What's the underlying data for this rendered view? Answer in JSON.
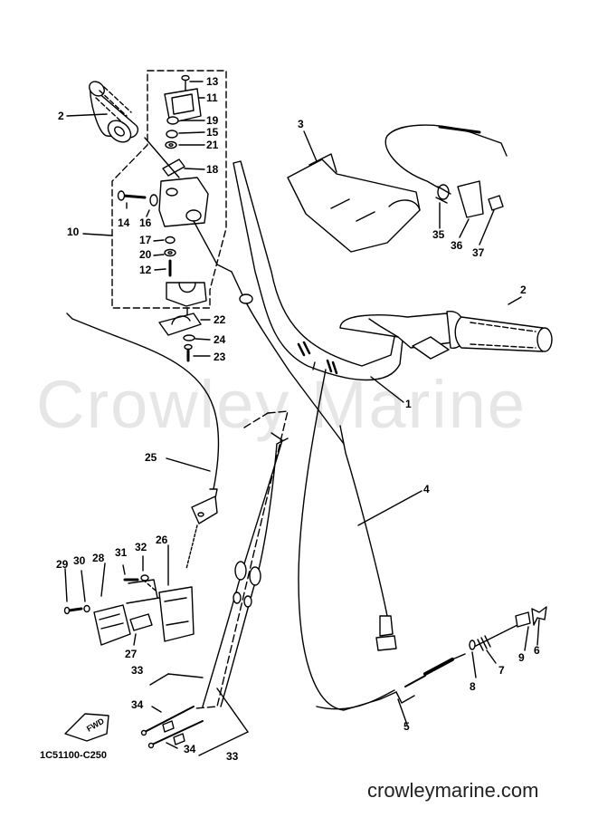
{
  "watermark": "Crowley Marine",
  "drawing_code": "1C51100-C250",
  "site_url": "crowleymarine.com",
  "fwd_label": "FWD",
  "part_callouts": {
    "c1": "1",
    "c2a": "2",
    "c2b": "2",
    "c3": "3",
    "c4": "4",
    "c5": "5",
    "c6": "6",
    "c7": "7",
    "c8": "8",
    "c9": "9",
    "c10": "10",
    "c11": "11",
    "c12": "12",
    "c13": "13",
    "c14": "14",
    "c15": "15",
    "c16": "16",
    "c17": "17",
    "c18": "18",
    "c19": "19",
    "c20": "20",
    "c21": "21",
    "c22": "22",
    "c23": "23",
    "c24": "24",
    "c25": "25",
    "c26": "26",
    "c27": "27",
    "c28": "28",
    "c29": "29",
    "c30": "30",
    "c31": "31",
    "c32": "32",
    "c33a": "33",
    "c33b": "33",
    "c34a": "34",
    "c34b": "34",
    "c35": "35",
    "c36": "36",
    "c37": "37"
  }
}
